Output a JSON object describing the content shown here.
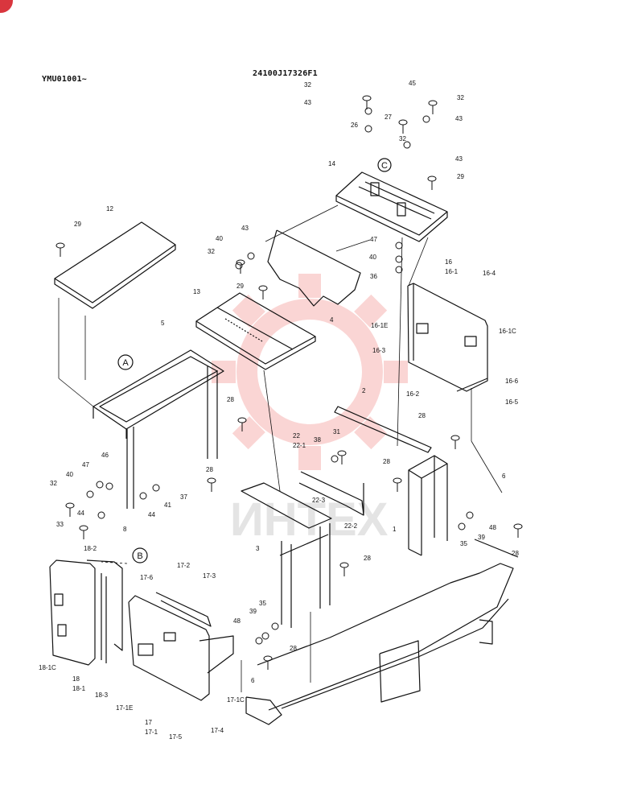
{
  "header": {
    "serial_range": "YMU01001~",
    "drawing_number": "24100J17326F1"
  },
  "watermark": {
    "brand_text": "ИНТЕХ",
    "color": "#e8423a"
  },
  "callouts": [
    {
      "id": "A",
      "label": "A"
    },
    {
      "id": "B",
      "label": "B"
    },
    {
      "id": "C",
      "label": "C"
    }
  ],
  "part_labels": [
    "1",
    "2",
    "3",
    "4",
    "5",
    "6",
    "6",
    "8",
    "12",
    "13",
    "14",
    "16",
    "16-1",
    "16-1C",
    "16-1E",
    "16-2",
    "16-3",
    "16-4",
    "16-5",
    "16-6",
    "17",
    "17-1",
    "17-1C",
    "17-1E",
    "17-2",
    "17-3",
    "17-4",
    "17-5",
    "17-6",
    "18",
    "18-1",
    "18-1C",
    "18-2",
    "18-3",
    "22",
    "22-1",
    "22-2",
    "22-3",
    "26",
    "27",
    "28",
    "28",
    "28",
    "28",
    "28",
    "28",
    "28",
    "29",
    "29",
    "29",
    "31",
    "32",
    "32",
    "32",
    "32",
    "32",
    "33",
    "35",
    "35",
    "36",
    "37",
    "38",
    "39",
    "39",
    "40",
    "40",
    "40",
    "41",
    "43",
    "43",
    "43",
    "43",
    "44",
    "44",
    "45",
    "46",
    "47",
    "47",
    "48",
    "48"
  ]
}
